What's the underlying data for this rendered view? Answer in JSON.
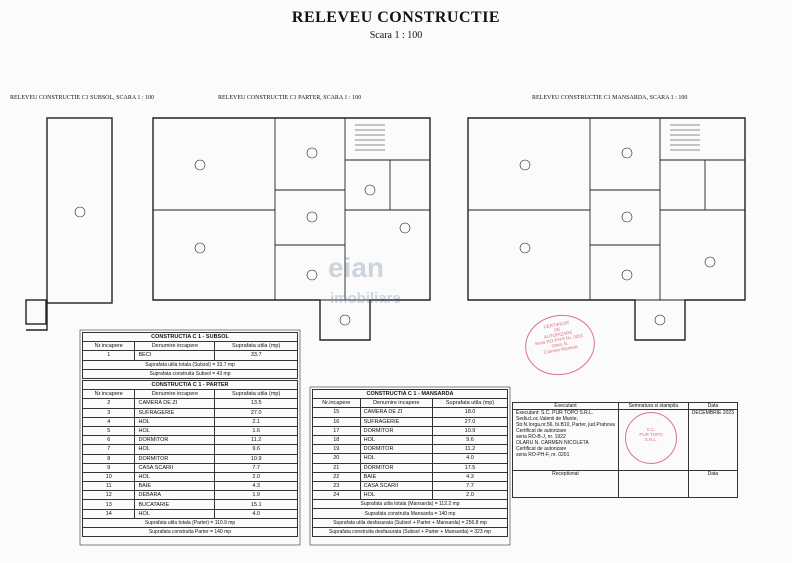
{
  "header": {
    "title": "RELEVEU CONSTRUCTIE",
    "scale": "Scara 1 : 100"
  },
  "plans": [
    {
      "title": "RELEVEU CONSTRUCTIE C1 SUBSOL, SCARA 1 : 100"
    },
    {
      "title": "RELEVEU CONSTRUCTIE C1 PARTER, SCARA 1 : 100"
    },
    {
      "title": "RELEVEU CONSTRUCTIE C1 MANSARDA, SCARA 1 : 100"
    }
  ],
  "watermark": {
    "line1": "eian",
    "line2": "imobiliare"
  },
  "tables": {
    "subsol": {
      "title": "CONSTRUCTIA C 1 - SUBSOL",
      "headers": [
        "Nr.incapere",
        "Denumire incapere",
        "Suprafata utila (mp)"
      ],
      "rows": [
        [
          "1",
          "BECI",
          "33.7"
        ]
      ],
      "notes": [
        "Suprafata utila totala (Subsol) = 33.7 mp",
        "Suprafata construita Subsol = 43 mp"
      ]
    },
    "parter": {
      "title": "CONSTRUCTIA C 1 - PARTER",
      "headers": [
        "Nr.incapere",
        "Denumire incapere",
        "Suprafata utila (mp)"
      ],
      "rows": [
        [
          "2",
          "CAMERA DE ZI",
          "13.5"
        ],
        [
          "3",
          "SUFRAGERIE",
          "27.0"
        ],
        [
          "4",
          "HOL",
          "2.1"
        ],
        [
          "5",
          "HOL",
          "1.6"
        ],
        [
          "6",
          "DORMITOR",
          "11.2"
        ],
        [
          "7",
          "HOL",
          "9.6"
        ],
        [
          "8",
          "DORMITOR",
          "10.9"
        ],
        [
          "9",
          "CASA SCARII",
          "7.7"
        ],
        [
          "10",
          "HOL",
          "2.0"
        ],
        [
          "11",
          "BAIE",
          "4.3"
        ],
        [
          "12",
          "DEBARA",
          "1.9"
        ],
        [
          "13",
          "BUCATARIE",
          "15.1"
        ],
        [
          "14",
          "HOL",
          "4.0"
        ]
      ],
      "notes": [
        "Suprafata utila totala (Parter) = 110.9 mp",
        "Suprafata construita Parter = 140 mp"
      ]
    },
    "mansarda": {
      "title": "CONSTRUCTIA C 1 - MANSARDA",
      "headers": [
        "Nr.incapere",
        "Denumire incapere",
        "Suprafata utila (mp)"
      ],
      "rows": [
        [
          "15",
          "CAMERA DE ZI",
          "18.0"
        ],
        [
          "16",
          "SUFRAGERIE",
          "27.0"
        ],
        [
          "17",
          "DORMITOR",
          "10.9"
        ],
        [
          "18",
          "HOL",
          "9.6"
        ],
        [
          "19",
          "DORMITOR",
          "11.2"
        ],
        [
          "20",
          "HOL",
          "4.0"
        ],
        [
          "21",
          "DORMITOR",
          "17.5"
        ],
        [
          "22",
          "BAIE",
          "4.3"
        ],
        [
          "23",
          "CASA SCARII",
          "7.7"
        ],
        [
          "24",
          "HOL",
          "2.0"
        ]
      ],
      "notes": [
        "Suprafata utila totala (Mansarda) = 112.2 mp",
        "Suprafata construita Mansarda = 140 mp",
        "Suprafata utila desfasurata (Subsol + Parter + Mansarda) = 256.8 mp",
        "Suprafata construita desfasurata (Subsol + Parter + Mansarda) = 323 mp"
      ]
    }
  },
  "executant": {
    "col1": "Executant",
    "col2": "Semnatura si stampila",
    "col3": "Data",
    "text": [
      "Executant: S.C. PUR TOPO S.R.L.",
      "Sediu:Loc.Valenii de Munte,",
      "Str.N.Iorga,nr.56, bl.B10, Parter, jud.Prahova",
      "Certificat de autorizare",
      "seria RO-B-J, nr. 1922",
      "OLARU N. CARMEN NICOLETA",
      "Certificat de autorizare",
      "seria RO-PH-F, nr. 0201"
    ],
    "date": "DECEMBRIE 2023",
    "receptionat": "Receptionat",
    "date2": "Data"
  },
  "stamps": {
    "s1": [
      "CERTIFICAT",
      "DE",
      "AUTORIZARE",
      "Seria RO-PH-F Nr. 0201",
      "Olaru N.",
      "Carmen-Nicoleta"
    ],
    "s2": [
      "S.C.",
      "PUR TOPO",
      "S.R.L."
    ]
  }
}
